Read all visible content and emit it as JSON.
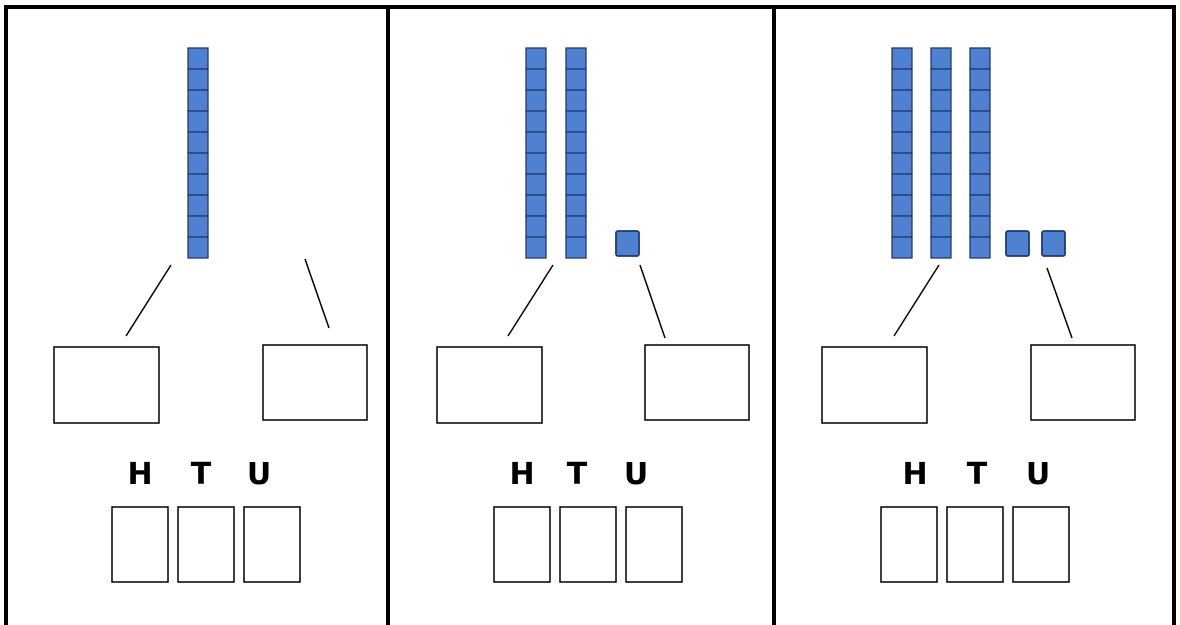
{
  "panels": [
    {
      "tens": 1,
      "units": 0,
      "place_headers": [
        "H",
        "T",
        "U"
      ],
      "answer_boxes": [
        "tens-answer",
        "units-answer"
      ],
      "digit_boxes": [
        "hundreds",
        "tens",
        "units"
      ]
    },
    {
      "tens": 2,
      "units": 1,
      "place_headers": [
        "H",
        "T",
        "U"
      ],
      "answer_boxes": [
        "tens-answer",
        "units-answer"
      ],
      "digit_boxes": [
        "hundreds",
        "tens",
        "units"
      ]
    },
    {
      "tens": 3,
      "units": 2,
      "place_headers": [
        "H",
        "T",
        "U"
      ],
      "answer_boxes": [
        "tens-answer",
        "units-answer"
      ],
      "digit_boxes": [
        "hundreds",
        "tens",
        "units"
      ]
    }
  ],
  "colors": {
    "block_fill": "#4f81d0",
    "block_stroke": "#1f3a6e",
    "border": "#000000"
  },
  "icons": {
    "ten_rod": "ten-rod-icon",
    "unit_cube": "unit-cube-icon"
  }
}
